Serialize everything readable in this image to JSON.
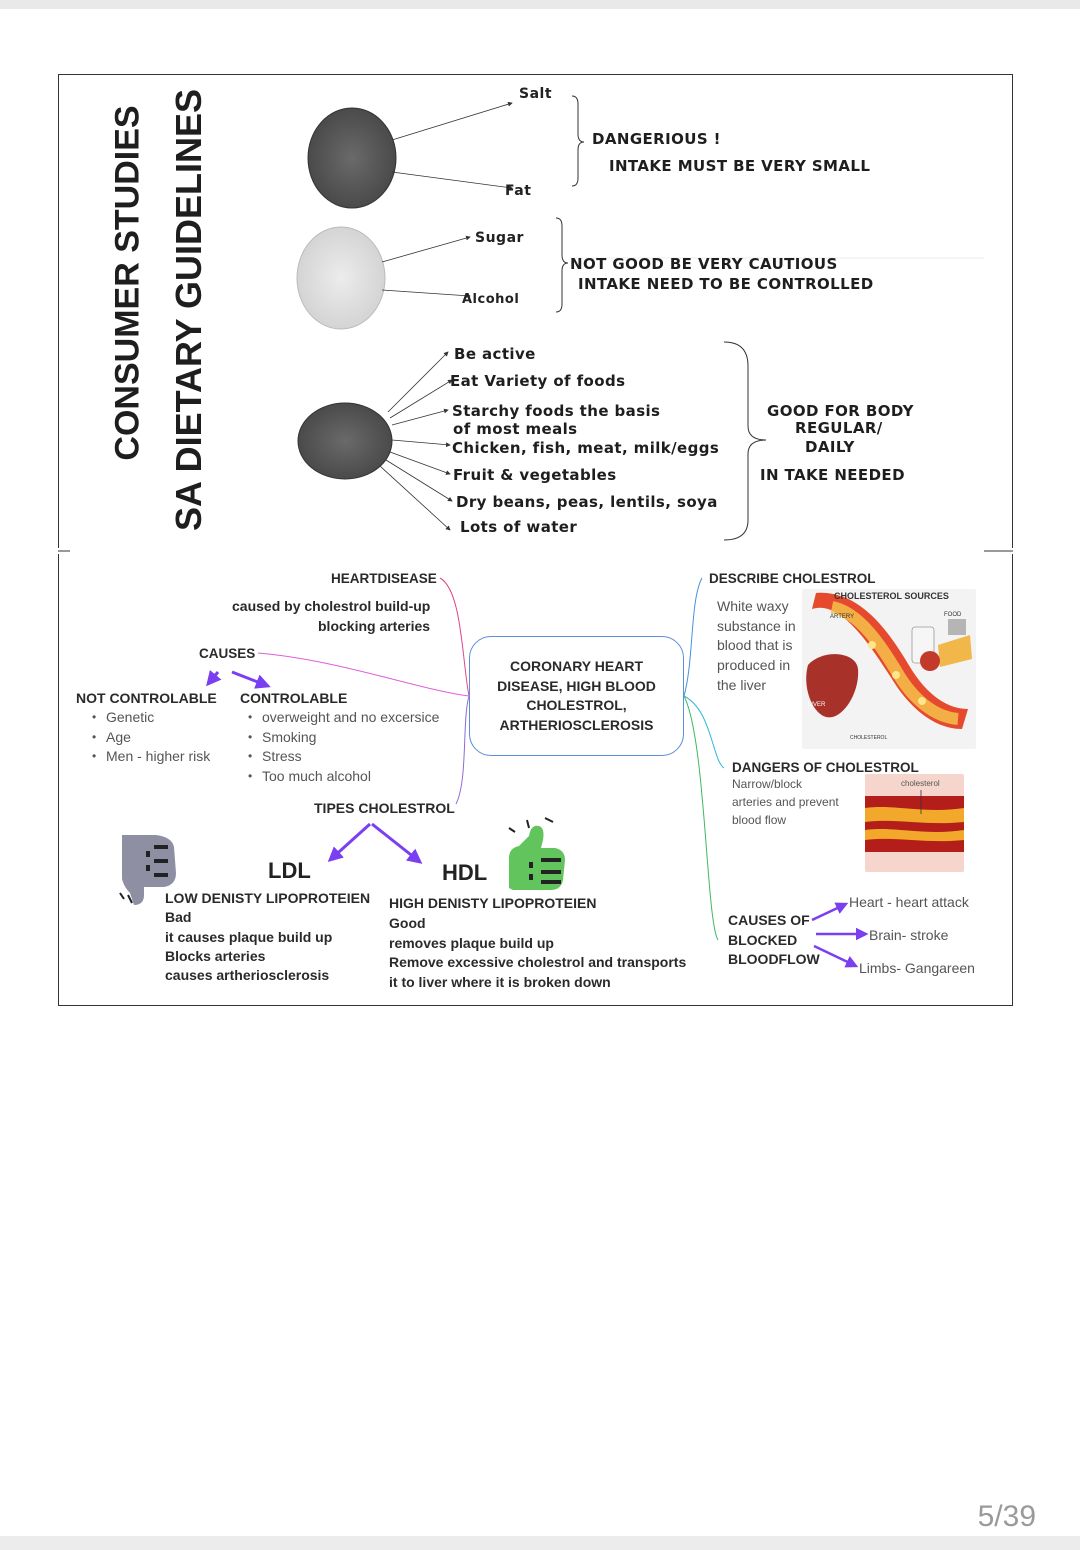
{
  "vertical_titles": {
    "consumer": "CONSUMER STUDIES",
    "guidelines": "SA DIETARY GUIDELINES"
  },
  "top": {
    "group1": {
      "items": [
        "Salt",
        "Fat"
      ],
      "label1": "DANGERIOUS !",
      "label2": "INTAKE MUST BE VERY SMALL",
      "circle_color": "#5a5a5a"
    },
    "group2": {
      "items": [
        "Sugar",
        "Alcohol"
      ],
      "label1": "NOT GOOD   BE VERY CAUTIOUS",
      "label2": "INTAKE NEED TO BE CONTROLLED",
      "circle_color": "#e2e2e2"
    },
    "group3": {
      "items": [
        "Be active",
        "Eat Variety of foods",
        "Starchy foods the basis",
        "of most meals",
        "Chicken, fish, meat, milk/eggs",
        "Fruit & vegetables",
        "Dry beans, peas, lentils, soya",
        "Lots of water"
      ],
      "label1": "GOOD FOR BODY",
      "label2": "REGULAR/",
      "label3": "DAILY",
      "label4": "IN TAKE NEEDED",
      "circle_color": "#5e5e5e"
    }
  },
  "mindmap": {
    "center": [
      "CORONARY HEART",
      "DISEASE, HIGH BLOOD",
      "CHOLESTROL,",
      "ARTHERIOSCLEROSIS"
    ],
    "heartdisease": {
      "title": "HEARTDISEASE",
      "line1": "caused by cholestrol build-up",
      "line2": "blocking arteries"
    },
    "causes": {
      "title": "CAUSES",
      "not_controlable": {
        "title": "NOT CONTROLABLE",
        "items": [
          "Genetic",
          "Age",
          "Men - higher risk"
        ]
      },
      "controlable": {
        "title": "CONTROLABLE",
        "items": [
          "overweight and no excersice",
          "Smoking",
          "Stress",
          "Too much alcohol"
        ]
      }
    },
    "types": {
      "title": "TIPES CHOLESTROL",
      "ldl": {
        "title": "LDL",
        "lines": [
          "LOW DENISTY LIPOPROTEIEN",
          "Bad",
          "it causes plaque build up",
          "Blocks arteries",
          "causes artheriosclerosis"
        ]
      },
      "hdl": {
        "title": "HDL",
        "lines": [
          "HIGH  DENISTY LIPOPROTEIEN",
          "Good",
          "removes plaque build up",
          "Remove excessive cholestrol and transports",
          "it to liver where it is broken down"
        ]
      }
    },
    "describe": {
      "title": "DESCRIBE CHOLESTROL",
      "lines": [
        "White waxy",
        "substance in",
        "blood that is",
        "produced in",
        "the liver"
      ],
      "image_labels": {
        "title": "CHOLESTEROL SOURCES",
        "artery": "ARTERY",
        "food": "FOOD",
        "liver": "LIVER",
        "cholesterol": "CHOLESTEROL"
      }
    },
    "dangers": {
      "title": "DANGERS OF CHOLESTROL",
      "lines": [
        "Narrow/block",
        "arteries and prevent",
        "blood flow"
      ],
      "image_label": "cholesterol"
    },
    "blocked": {
      "title_lines": [
        "CAUSES OF",
        "BLOCKED",
        "BLOODFLOW"
      ],
      "items": [
        "Heart - heart attack",
        "Brain- stroke",
        "Limbs- Gangareen"
      ]
    },
    "colors": {
      "arrow": "#7a3ff0",
      "thumb_down": "#8e8fa3",
      "thumb_up": "#62c45c",
      "hub_border": "#5b8fd6"
    }
  },
  "page_indicator": "5/39"
}
